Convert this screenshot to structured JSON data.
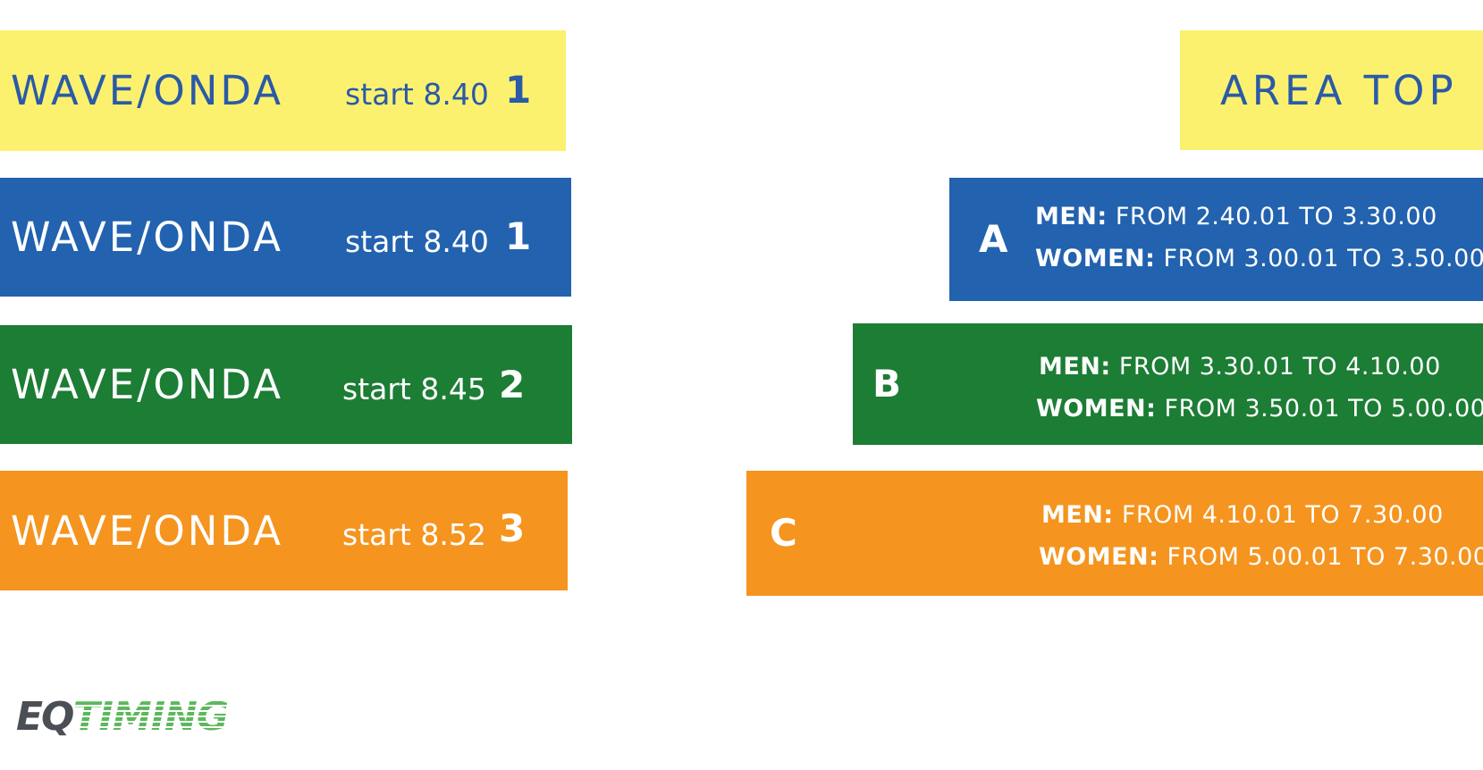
{
  "colors": {
    "yellow": "#fcf16e",
    "blue": "#2262af",
    "green": "#1c7d34",
    "orange": "#f5941f",
    "blue_text": "#2a5aa8"
  },
  "waves": [
    {
      "title": "WAVE/ONDA",
      "start": "start 8.40",
      "number": "1"
    },
    {
      "title": "WAVE/ONDA",
      "start": "start 8.40",
      "number": "1"
    },
    {
      "title": "WAVE/ONDA",
      "start": "start 8.45",
      "number": "2"
    },
    {
      "title": "WAVE/ONDA",
      "start": "start 8.52",
      "number": "3"
    }
  ],
  "area": {
    "title": "AREA TOP"
  },
  "categories": [
    {
      "letter": "A",
      "men_label": "MEN:",
      "men_range": "FROM 2.40.01 TO 3.30.00",
      "women_label": "WOMEN:",
      "women_range": "FROM 3.00.01 TO 3.50.00"
    },
    {
      "letter": "B",
      "men_label": "MEN:",
      "men_range": "FROM 3.30.01 TO 4.10.00",
      "women_label": "WOMEN:",
      "women_range": "FROM 3.50.01 TO 5.00.00"
    },
    {
      "letter": "C",
      "men_label": "MEN:",
      "men_range": "FROM 4.10.01 TO 7.30.00",
      "women_label": "WOMEN:",
      "women_range": "FROM 5.00.01 TO 7.30.00"
    }
  ],
  "logo": {
    "part1": "EQ",
    "part2": "TIMING"
  }
}
